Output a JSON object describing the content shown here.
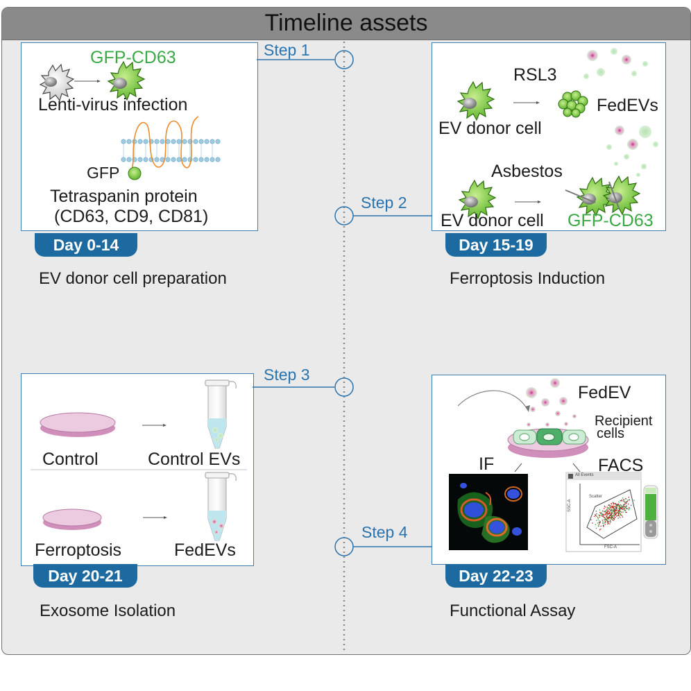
{
  "title": "Timeline assets",
  "steps": [
    "Step 1",
    "Step 2",
    "Step 3",
    "Step 4"
  ],
  "panel1": {
    "gfp_cd63": "GFP-CD63",
    "lenti": "Lenti-virus infection",
    "gfp": "GFP",
    "tetraspanin": "Tetraspanin protein",
    "cd_list": "(CD63, CD9, CD81)",
    "day": "Day 0-14",
    "caption": "EV donor cell preparation"
  },
  "panel2": {
    "rsl3": "RSL3",
    "fedevs": "FedEVs",
    "donor1": "EV donor cell",
    "asbestos": "Asbestos",
    "donor2": "EV donor cell",
    "gfp_cd63": "GFP-CD63",
    "day": "Day 15-19",
    "caption": "Ferroptosis Induction"
  },
  "panel3": {
    "control": "Control",
    "control_evs": "Control EVs",
    "ferroptosis": "Ferroptosis",
    "fedevs": "FedEVs",
    "day": "Day 20-21",
    "caption": "Exosome Isolation"
  },
  "panel4": {
    "fedev": "FedEV",
    "recipient": "Recipient",
    "cells": "cells",
    "if": "IF",
    "facs": "FACS",
    "facs_header": "All Events",
    "facs_gate": "Scatter",
    "facs_x": "FSC-A",
    "facs_y": "SSC-A",
    "day": "Day 22-23",
    "caption": "Functional Assay"
  },
  "colors": {
    "accent_blue": "#1d6aa1",
    "line_blue": "#2a73ad",
    "gfp_green": "#3aa845",
    "dish_pink": "#e6bcd9"
  }
}
